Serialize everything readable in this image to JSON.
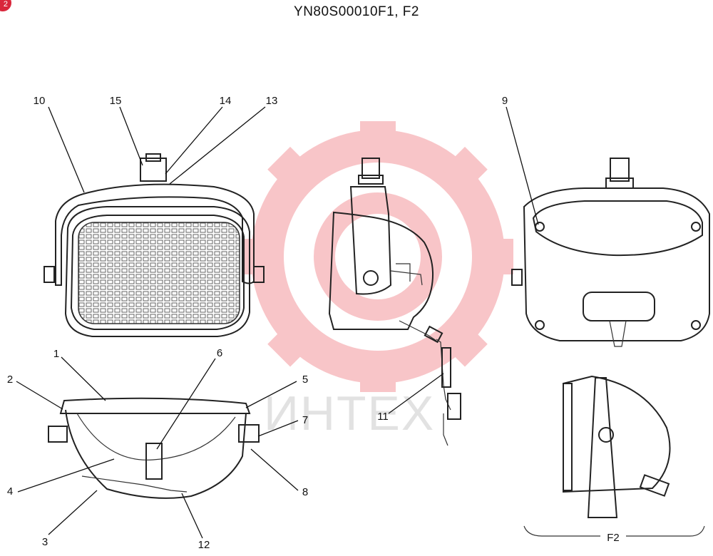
{
  "header": {
    "title": "YN80S00010F1, F2",
    "badge": "2"
  },
  "watermark": {
    "text": "ИНТЕХ",
    "color": "#e8323c"
  },
  "views": {
    "front": {
      "labels": [
        "10",
        "15",
        "14",
        "13"
      ]
    },
    "side": {
      "labels": [
        "11"
      ]
    },
    "rear": {
      "labels": [
        "9"
      ]
    },
    "section": {
      "labels": [
        "1",
        "2",
        "3",
        "4",
        "5",
        "6",
        "7",
        "8",
        "12"
      ]
    },
    "f2": {
      "caption": "F2"
    }
  }
}
